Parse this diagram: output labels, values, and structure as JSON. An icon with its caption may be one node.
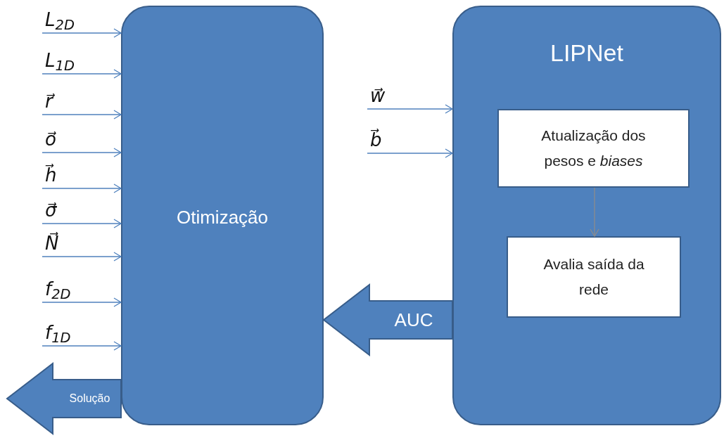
{
  "diagram": {
    "nodes": [
      {
        "text": [
          "Otimização"
        ]
      },
      {
        "text": [
          "LIPNet"
        ]
      },
      {
        "text": [
          "Atualização dos pesos e *biases*"
        ],
        "in": 1
      },
      {
        "text": [
          "Avalia saída da rede"
        ],
        "in": 1
      }
    ],
    "edges": [
      {
        "from": null,
        "to": 0,
        "arrow": "to",
        "label": "L$_{2D}$"
      },
      {
        "from": null,
        "to": 0,
        "arrow": "to",
        "label": "L$_{1D}$"
      },
      {
        "from": null,
        "to": 0,
        "arrow": "to",
        "label": "r⃗"
      },
      {
        "from": null,
        "to": 0,
        "arrow": "to",
        "label": "o⃗"
      },
      {
        "from": null,
        "to": 0,
        "arrow": "to",
        "label": "h⃗"
      },
      {
        "from": null,
        "to": 0,
        "arrow": "to",
        "label": "σ⃗"
      },
      {
        "from": null,
        "to": 0,
        "arrow": "to",
        "label": "N⃗"
      },
      {
        "from": null,
        "to": 0,
        "arrow": "to",
        "label": "f$_{2D}$"
      },
      {
        "from": null,
        "to": 0,
        "arrow": "to",
        "label": "f$_{1D}$"
      },
      {
        "from": null,
        "to": 1,
        "arrow": "to",
        "label": "w⃗"
      },
      {
        "from": null,
        "to": 1,
        "arrow": "to",
        "label": "b⃗"
      },
      {
        "from": 2,
        "to": 3,
        "arrow": "to",
        "color": "#8c8c8c"
      },
      {
        "from": 1,
        "to": 0,
        "arrow": "to",
        "label": "AUC",
        "style": "thick"
      },
      {
        "from": 0,
        "to": null,
        "arrow": "to",
        "label": "Solução",
        "style": "thick"
      }
    ]
  }
}
